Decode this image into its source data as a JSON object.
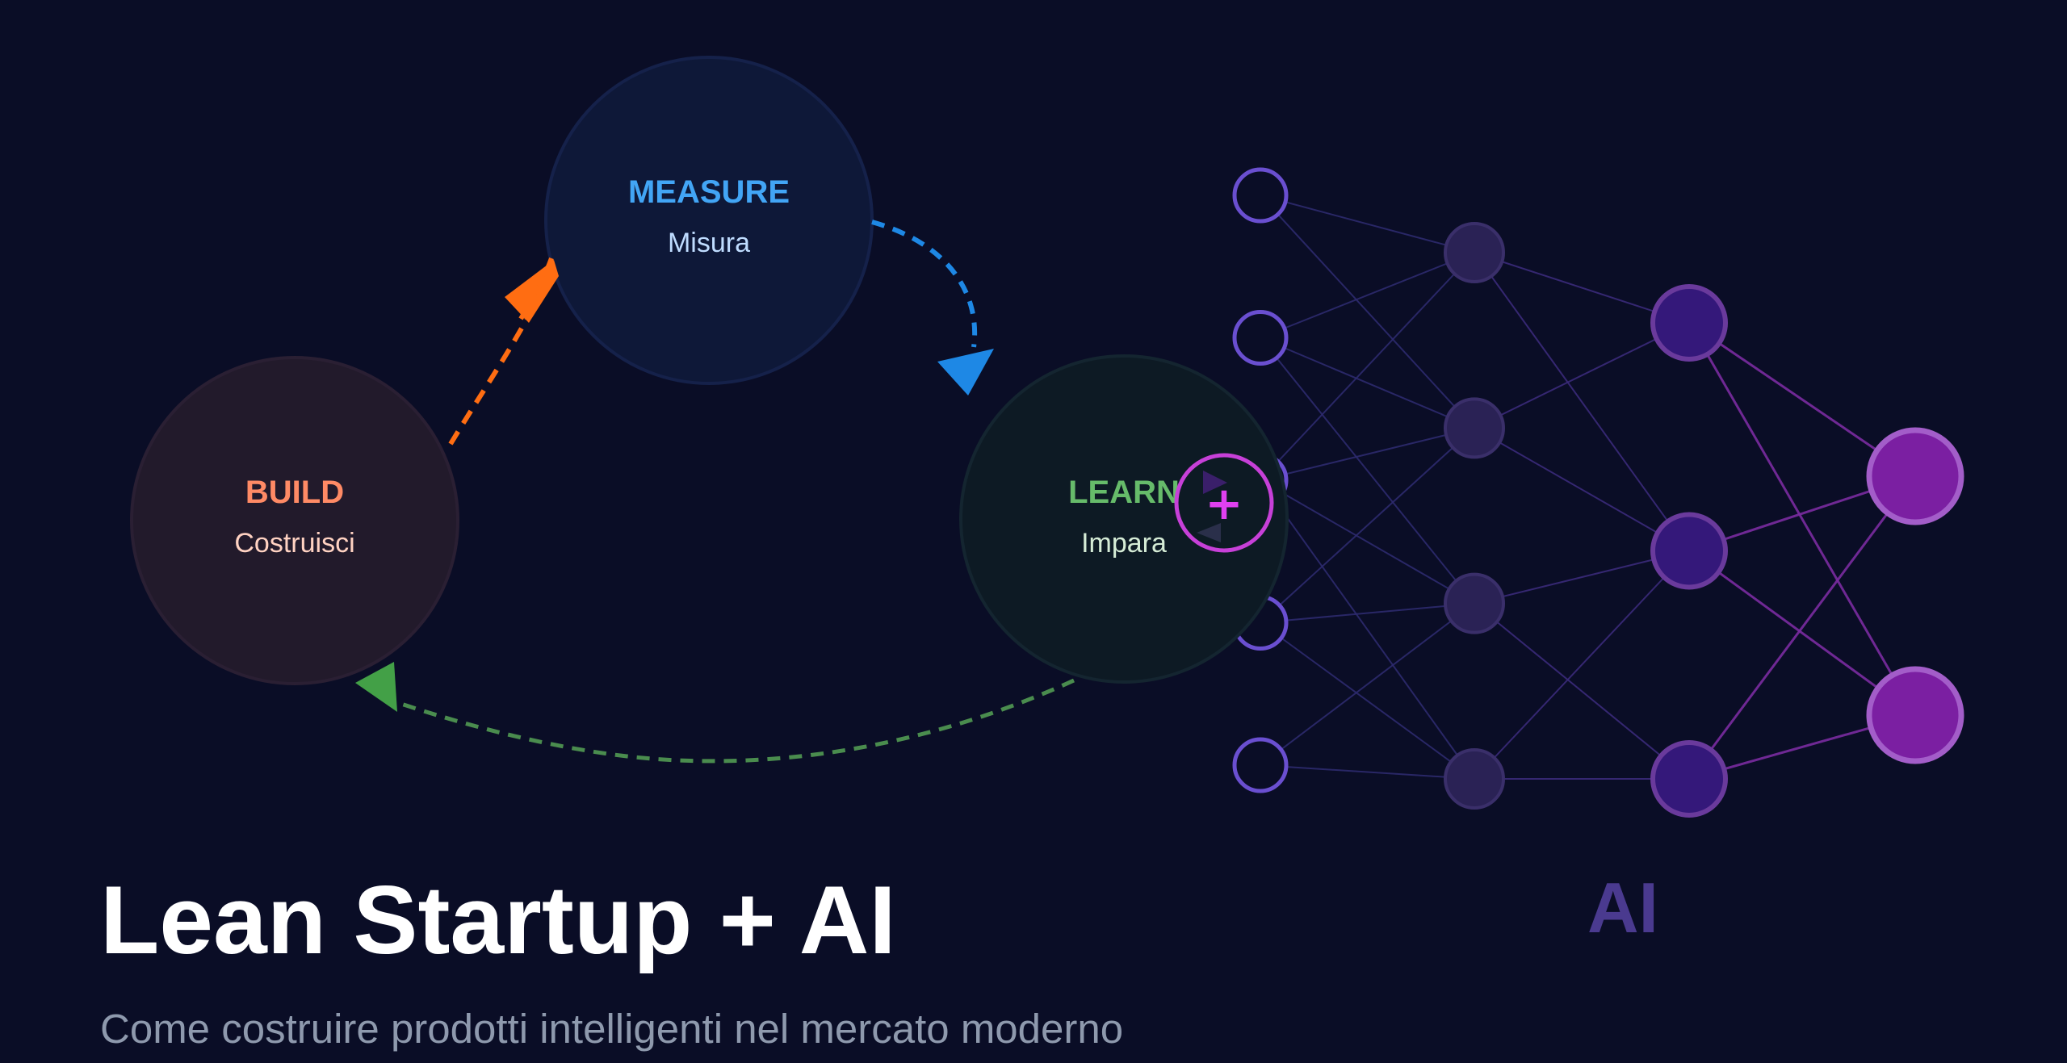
{
  "loop": {
    "build": {
      "title": "BUILD",
      "subtitle": "Costruisci"
    },
    "measure": {
      "title": "MEASURE",
      "subtitle": "Misura"
    },
    "learn": {
      "title": "LEARN",
      "subtitle": "Impara"
    }
  },
  "connector": {
    "symbol": "+"
  },
  "network": {
    "label": "AI",
    "layers": [
      5,
      4,
      3,
      2
    ]
  },
  "title": "Lean Startup + AI",
  "subtitle": "Come costruire prodotti intelligenti nel mercato moderno",
  "colors": {
    "background": "#0a0d26",
    "build": "#ff8a65",
    "build_arrow": "#ff6d12",
    "measure": "#42a5f5",
    "measure_arrow": "#1e88e5",
    "learn": "#66bb6a",
    "learn_arrow": "#43a047",
    "connector": "#d040e0",
    "network_input": "#6a4fd0",
    "network_output": "#7b1fa2",
    "ai_label": "#4a3a8f"
  }
}
